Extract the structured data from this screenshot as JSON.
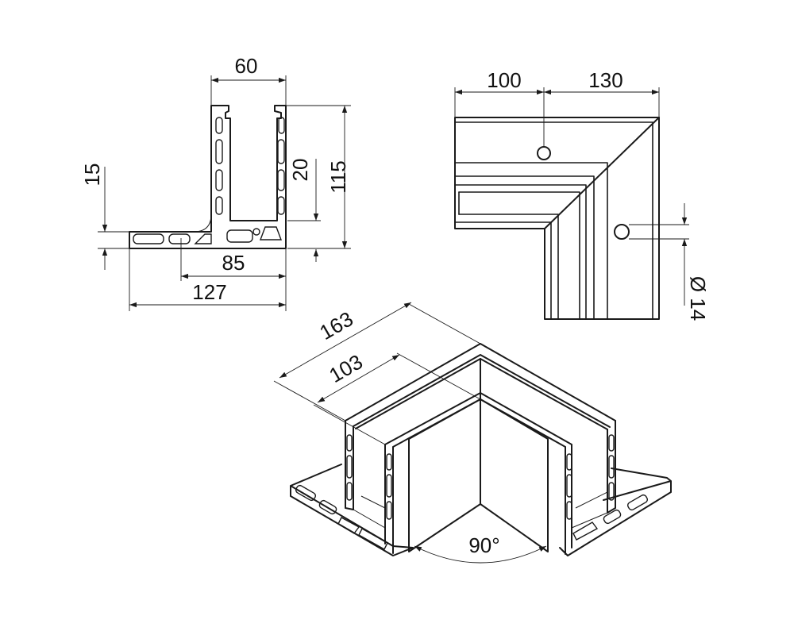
{
  "profile_view": {
    "dim_top_width": "60",
    "dim_left_height": "15",
    "dim_inner_height": "20",
    "dim_total_height": "115",
    "dim_inner_width": "85",
    "dim_total_width": "127"
  },
  "plan_view": {
    "dim_leg_a": "100",
    "dim_leg_b": "130",
    "dim_hole": "Ø 14"
  },
  "iso_view": {
    "dim_outer_length": "163",
    "dim_inner_length": "103",
    "dim_angle": "90°"
  },
  "colors": {
    "line": "#1a1a1a",
    "background": "#ffffff"
  }
}
